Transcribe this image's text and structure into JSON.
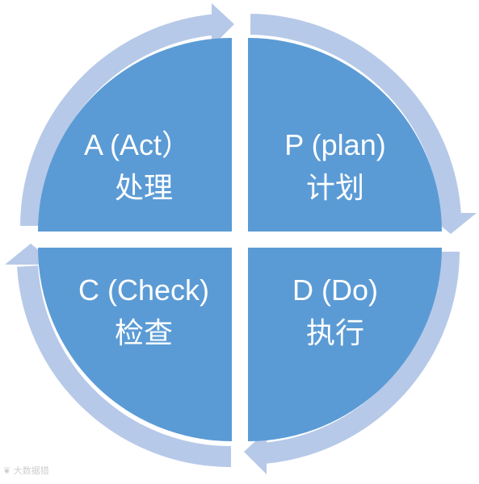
{
  "diagram": {
    "colors": {
      "quadrant_fill": "#5b9bd5",
      "ring": "#b7c9e8",
      "text": "#ffffff",
      "background": "#ffffff"
    },
    "quadrants": {
      "act": {
        "line1": "A (Act）",
        "line2": "处理"
      },
      "plan": {
        "line1": "P (plan)",
        "line2": "计划"
      },
      "check": {
        "line1": "C (Check)",
        "line2": "检查"
      },
      "do": {
        "line1": "D (Do)",
        "line2": "执行"
      }
    }
  },
  "watermark": {
    "text": "大数据猎"
  }
}
